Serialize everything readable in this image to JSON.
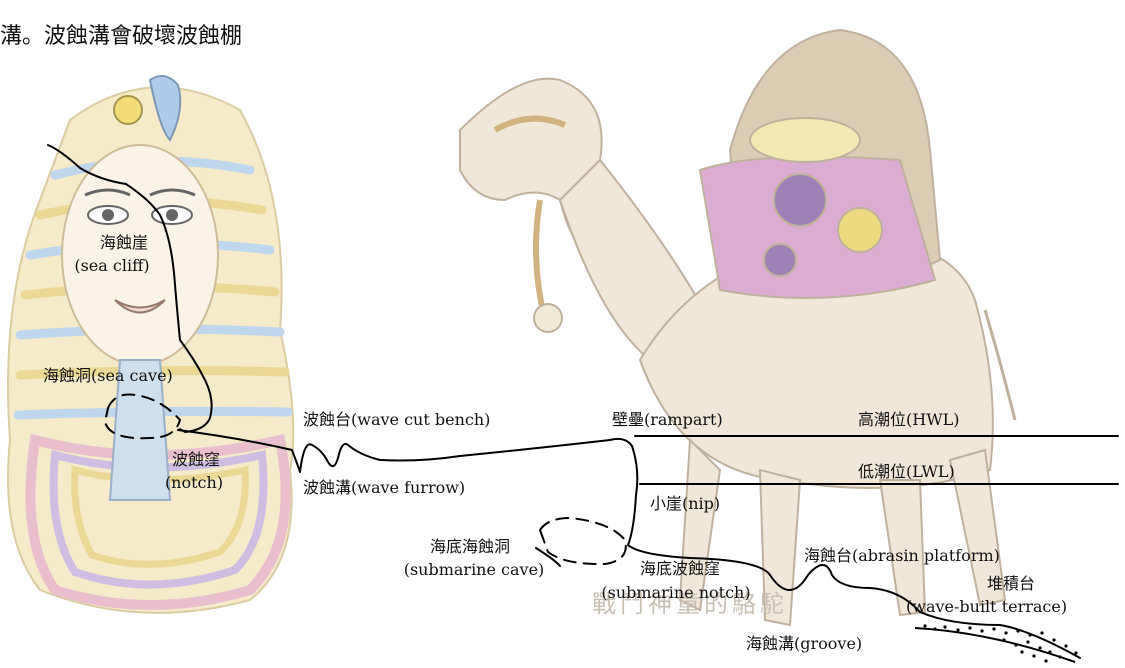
{
  "heading": "溝。波蝕溝會破壞波蝕棚",
  "watermark": "戰鬥神童的駱駝",
  "labels": {
    "sea_cliff_zh": "海蝕崖",
    "sea_cliff_en": "(sea cliff)",
    "sea_cave": "海蝕洞(sea cave)",
    "notch_zh": "波蝕窪",
    "notch_en": "(notch)",
    "wave_cut_bench": "波蝕台(wave cut bench)",
    "wave_furrow": "波蝕溝(wave furrow)",
    "rampart": "壁壘(rampart)",
    "hwl": "高潮位(HWL)",
    "lwl": "低潮位(LWL)",
    "nip": "小崖(nip)",
    "submarine_cave_zh": "海底海蝕洞",
    "submarine_cave_en": "(submarine cave)",
    "submarine_notch_zh": "海底波蝕窪",
    "submarine_notch_en": "(submarine notch)",
    "abrasion_platform": "海蝕台(abrasin platform)",
    "wave_built_terrace_zh": "堆積台",
    "wave_built_terrace_en": "(wave-built terrace)",
    "groove": "海蝕溝(groove)"
  },
  "colors": {
    "line": "#000000",
    "gold": "#e9d48a",
    "blue": "#b9d3ea",
    "pink": "#e8b9c8",
    "lavender": "#cbb6df",
    "camel_body": "#efe3d2",
    "camel_outline": "#b5a48e",
    "saddle_pink": "#d79fcb",
    "saddle_purple": "#8e6aa8",
    "saddle_gold": "#e9d46a"
  },
  "icons": [
    "pharaoh-mask-illustration",
    "camel-illustration"
  ]
}
